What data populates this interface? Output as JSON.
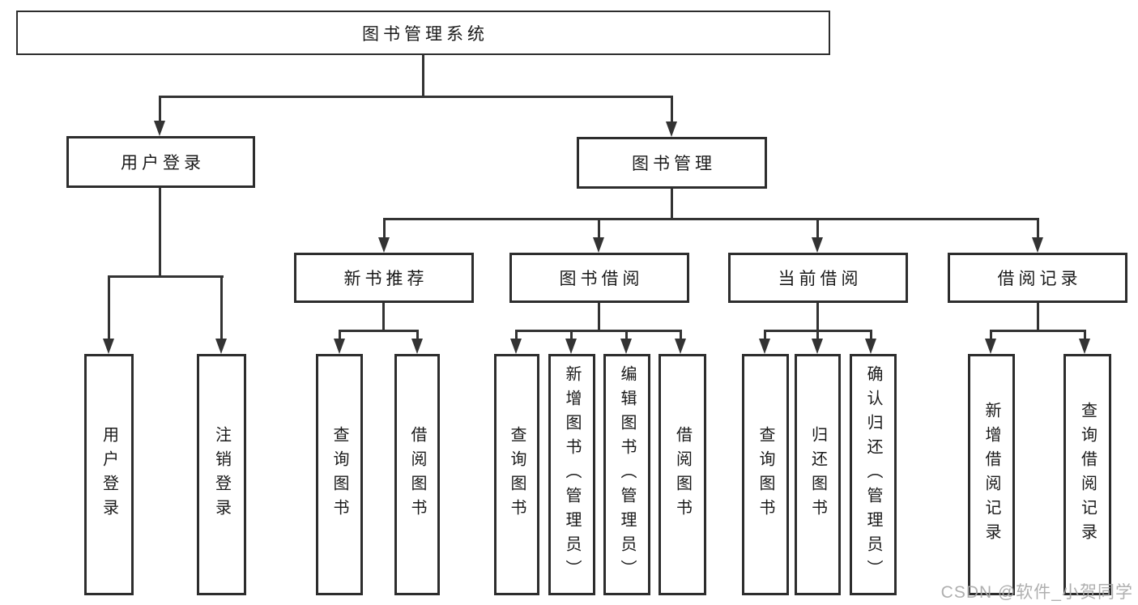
{
  "diagram": {
    "title": "图书管理系统",
    "root": {
      "label": "图书管理系统"
    },
    "level2": [
      {
        "id": "user-login",
        "label": "用户登录"
      },
      {
        "id": "book-management",
        "label": "图书管理"
      }
    ],
    "level3": [
      {
        "id": "new-book-recommend",
        "label": "新书推荐"
      },
      {
        "id": "book-borrow",
        "label": "图书借阅"
      },
      {
        "id": "current-borrow",
        "label": "当前借阅"
      },
      {
        "id": "borrow-records",
        "label": "借阅记录"
      }
    ],
    "leaves": [
      {
        "id": "user-login-leaf",
        "label": "用户登录",
        "parent": "用户登录"
      },
      {
        "id": "logout",
        "label": "注销登录",
        "parent": "用户登录"
      },
      {
        "id": "query-books-1",
        "label": "查询图书",
        "parent": "新书推荐"
      },
      {
        "id": "borrow-book-1",
        "label": "借阅图书",
        "parent": "新书推荐"
      },
      {
        "id": "query-books-2",
        "label": "查询图书",
        "parent": "图书借阅"
      },
      {
        "id": "add-book-admin",
        "label": "新增图书（管理员）",
        "parent": "图书借阅"
      },
      {
        "id": "edit-book-admin",
        "label": "编辑图书（管理员）",
        "parent": "图书借阅"
      },
      {
        "id": "borrow-book-2",
        "label": "借阅图书",
        "parent": "图书借阅"
      },
      {
        "id": "query-books-3",
        "label": "查询图书",
        "parent": "当前借阅"
      },
      {
        "id": "return-book",
        "label": "归还图书",
        "parent": "当前借阅"
      },
      {
        "id": "confirm-return-admin",
        "label": "确认归还（管理员）",
        "parent": "当前借阅"
      },
      {
        "id": "add-borrow-record",
        "label": "新增借阅记录",
        "parent": "借阅记录"
      },
      {
        "id": "query-borrow-record",
        "label": "查询借阅记录",
        "parent": "借阅记录"
      }
    ]
  },
  "watermark": {
    "text": "CSDN @软件_小贺同学"
  },
  "colors": {
    "line": "#333333",
    "border": "#2d2d2d",
    "text": "#1a1a1a",
    "watermark": "#a8a8a8",
    "background": "#ffffff"
  }
}
